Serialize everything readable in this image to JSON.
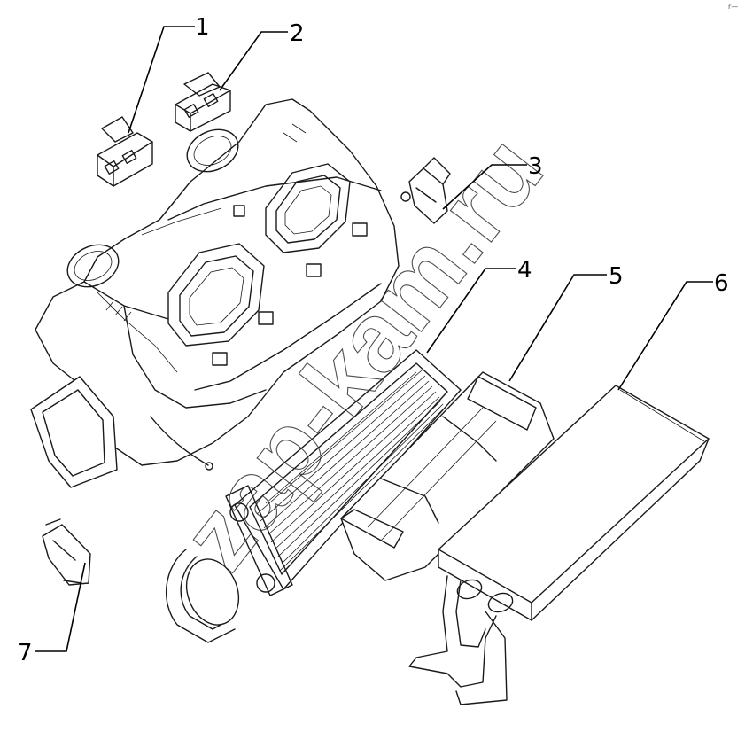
{
  "callouts": [
    {
      "id": "1",
      "label": "1"
    },
    {
      "id": "2",
      "label": "2"
    },
    {
      "id": "3",
      "label": "3"
    },
    {
      "id": "4",
      "label": "4"
    },
    {
      "id": "5",
      "label": "5"
    },
    {
      "id": "6",
      "label": "6"
    },
    {
      "id": "7",
      "label": "7"
    }
  ],
  "watermark": {
    "text": "zap-kam.ru"
  },
  "corner_mark": {
    "text": "r—"
  }
}
